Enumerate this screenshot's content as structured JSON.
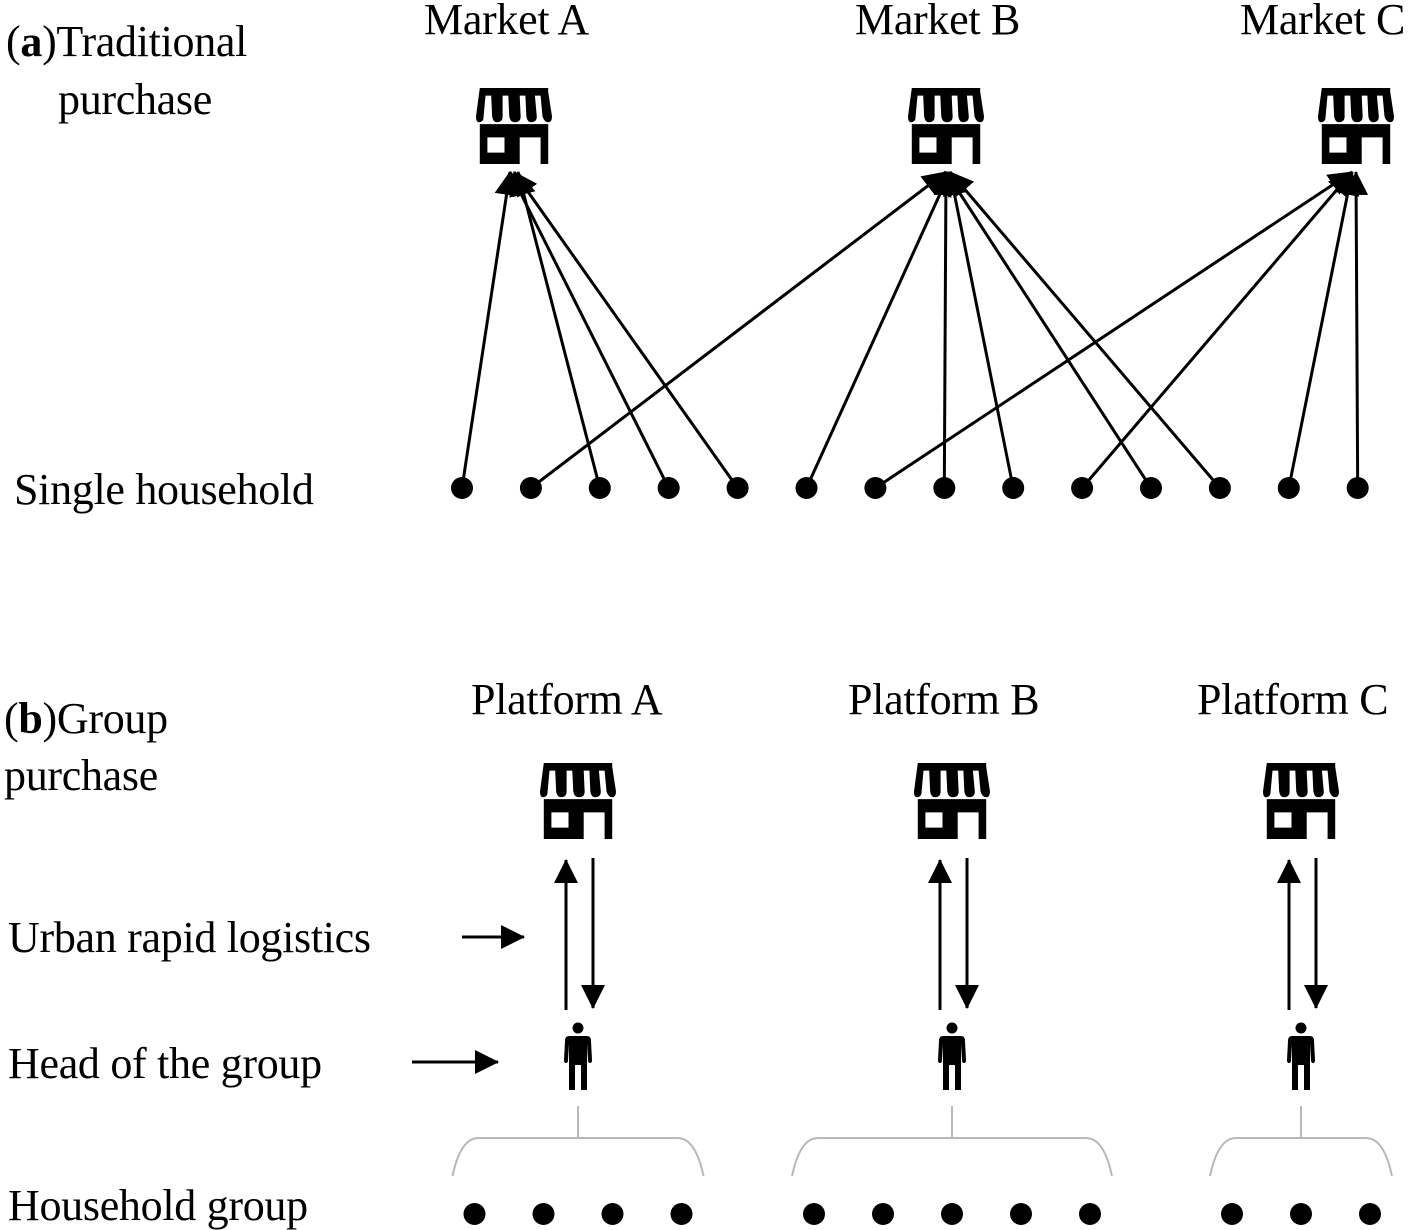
{
  "panel_a": {
    "label_letter": "a",
    "title_line1": "Traditional",
    "title_line2": "purchase",
    "markets": [
      {
        "name": "Market A"
      },
      {
        "name": "Market B"
      },
      {
        "name": "Market C"
      }
    ],
    "row_label": "Single household",
    "households": [
      {
        "target": 0
      },
      {
        "target": 1
      },
      {
        "target": 0
      },
      {
        "target": 0
      },
      {
        "target": 0
      },
      {
        "target": 1
      },
      {
        "target": 2
      },
      {
        "target": 1
      },
      {
        "target": 1
      },
      {
        "target": 2
      },
      {
        "target": 1
      },
      {
        "target": 1
      },
      {
        "target": 2
      },
      {
        "target": 2
      }
    ]
  },
  "panel_b": {
    "label_letter": "b",
    "title_line1": "Group",
    "title_line2": "purchase",
    "platforms": [
      {
        "name": "Platform A",
        "group_size": 4
      },
      {
        "name": "Platform B",
        "group_size": 5
      },
      {
        "name": "Platform C",
        "group_size": 3
      }
    ],
    "row_labels": {
      "logistics": "Urban rapid logistics",
      "head": "Head of the group",
      "group": "Household group"
    }
  },
  "icons": {
    "store": "store-icon",
    "person": "person-icon",
    "household": "household-dot"
  },
  "colors": {
    "ink": "#000000",
    "bracket": "#b8b8b8",
    "background": "#ffffff"
  }
}
